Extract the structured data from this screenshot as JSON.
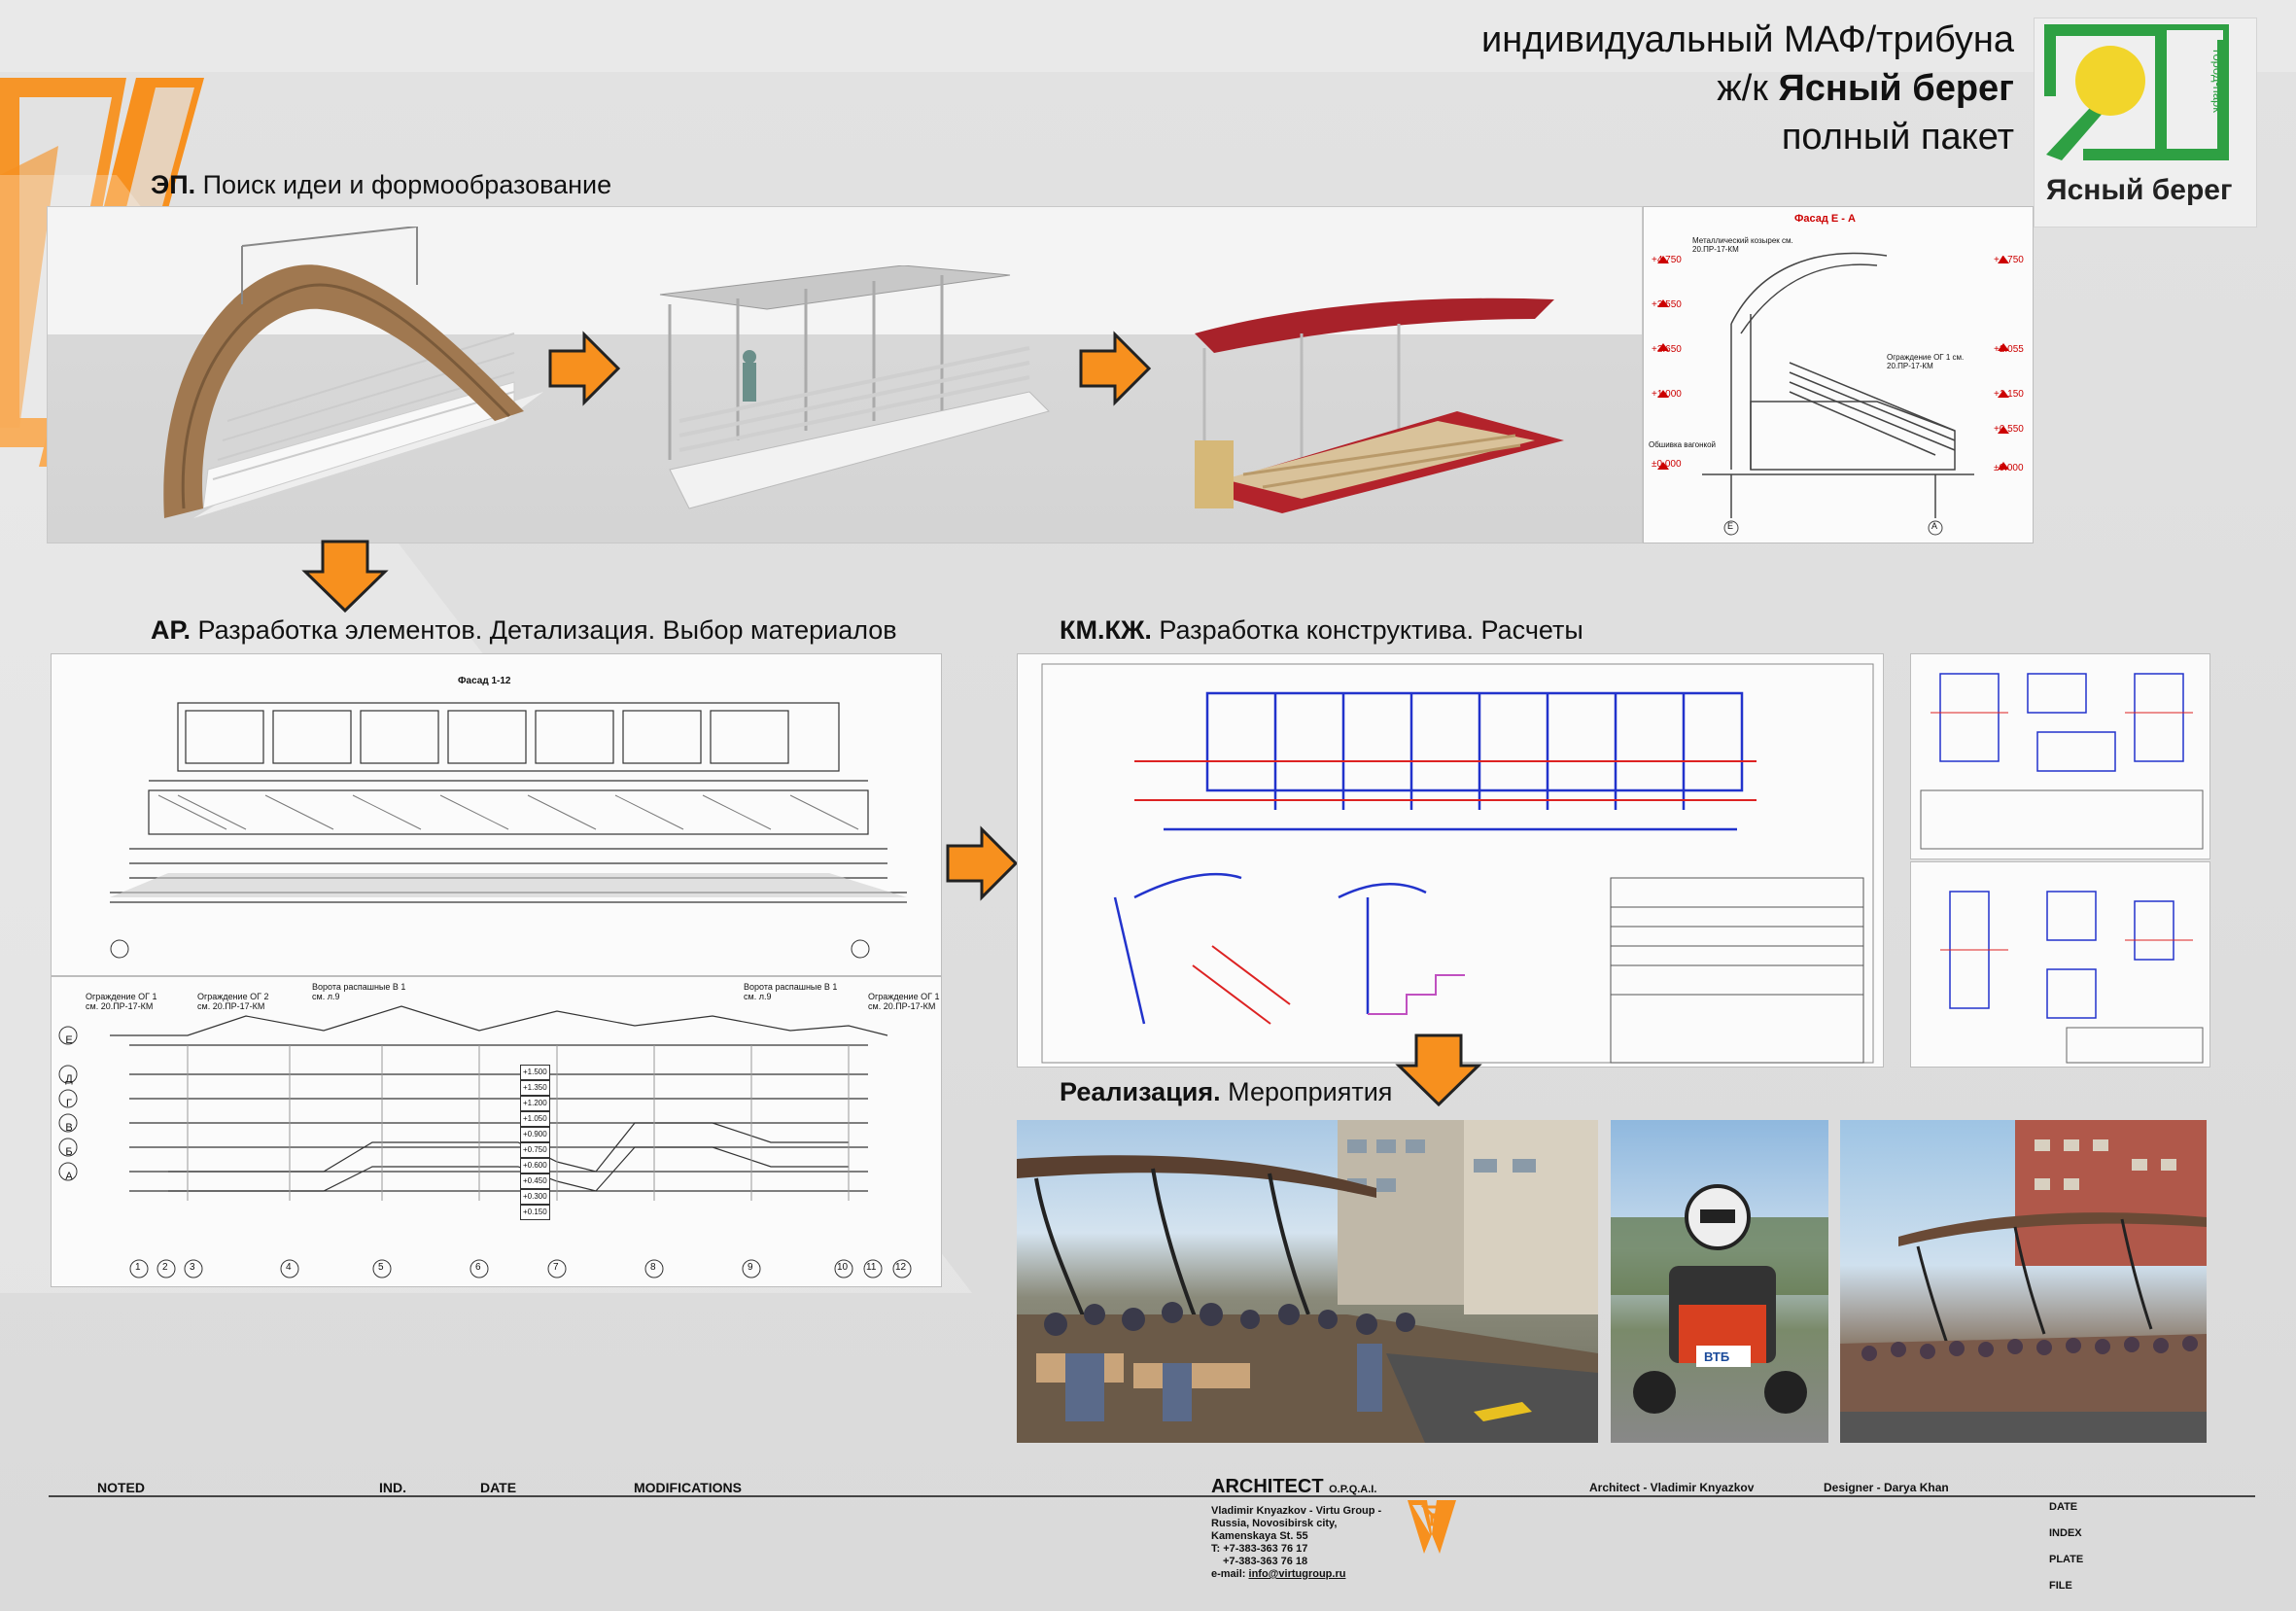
{
  "header": {
    "title_line1": "индивидуальный МАФ/трибуна",
    "title_line2_prefix": "ж/к ",
    "title_line2_bold": "Ясный берег",
    "title_line3": "полный пакет"
  },
  "logo": {
    "brand_name": "Ясный берег",
    "vertical_text": "город-парк",
    "colors": {
      "green": "#2ea043",
      "yellow": "#f2d52b"
    }
  },
  "sections": {
    "ep": {
      "bold": "ЭП.",
      "text": " Поиск идеи и формообразование"
    },
    "ar": {
      "bold": "АР.",
      "text": " Разработка элементов. Детализация. Выбор материалов"
    },
    "km": {
      "bold": "КМ.КЖ.",
      "text": " Разработка конструктива. Расчеты"
    },
    "real": {
      "bold": "Реализация.",
      "text": " Мероприятия"
    }
  },
  "facade_drawing": {
    "title": "Фасад Е - А",
    "levels_left": [
      "+4.750",
      "+3.550",
      "+2.650",
      "+1.000",
      "±0.000"
    ],
    "levels_right": [
      "+4.750",
      "+2.055",
      "+1.150",
      "+0.550",
      "±0.000"
    ],
    "axes": [
      "Е",
      "А"
    ],
    "notes": [
      "Металлический козырек см. 20.ПР-17-КМ",
      "Ограждение ОГ 1 см. 20.ПР-17-КМ",
      "Обшивка вагонкой"
    ]
  },
  "ar_drawing": {
    "title": "Фасад 1-12",
    "axes_bottom": [
      "1",
      "2",
      "3",
      "4",
      "5",
      "6",
      "7",
      "8",
      "9",
      "10",
      "11",
      "12"
    ],
    "axes_left": [
      "Е",
      "Д",
      "Г",
      "В",
      "Б",
      "А"
    ],
    "callouts": [
      "Ограждение ОГ 1 см. 20.ПР-17-КМ",
      "Ограждение ОГ 2 см. 20.ПР-17-КМ",
      "Ворота распашные В 1 см. л.9",
      "Ворота распашные В 1 см. л.9",
      "Ограждение ОГ 1 см. 20.ПР-17-КМ"
    ],
    "levels": [
      "+1.500",
      "+1.350",
      "+1.200",
      "+1.050",
      "+0.900",
      "+0.750",
      "+0.600",
      "+0.450",
      "+0.300",
      "+0.150"
    ]
  },
  "footer": {
    "noted": "NOTED",
    "ind": "IND.",
    "date": "DATE",
    "modifications": "MODIFICATIONS",
    "architect_title": "ARCHITECT",
    "architect_suffix": "O.P.Q.A.I.",
    "address_lines": [
      "Vladimir Knyazkov - Virtu Group -",
      "Russia, Novosibirsk city,",
      "Kamenskaya St. 55",
      "T: +7-383-363 76 17",
      "+7-383-363 76 18"
    ],
    "email_label": "e-mail: ",
    "email": "info@virtugroup.ru",
    "architect_credit": "Architect - Vladimir Knyazkov",
    "designer_credit": "Designer - Darya Khan",
    "side_fields": [
      "DATE",
      "INDEX",
      "PLATE",
      "FILE"
    ]
  },
  "photos": {
    "p3_sign": "ВТБ"
  },
  "colors": {
    "accent_orange": "#f7901e",
    "blueprint_blue": "#2233cc",
    "blueprint_red": "#dd2222"
  }
}
